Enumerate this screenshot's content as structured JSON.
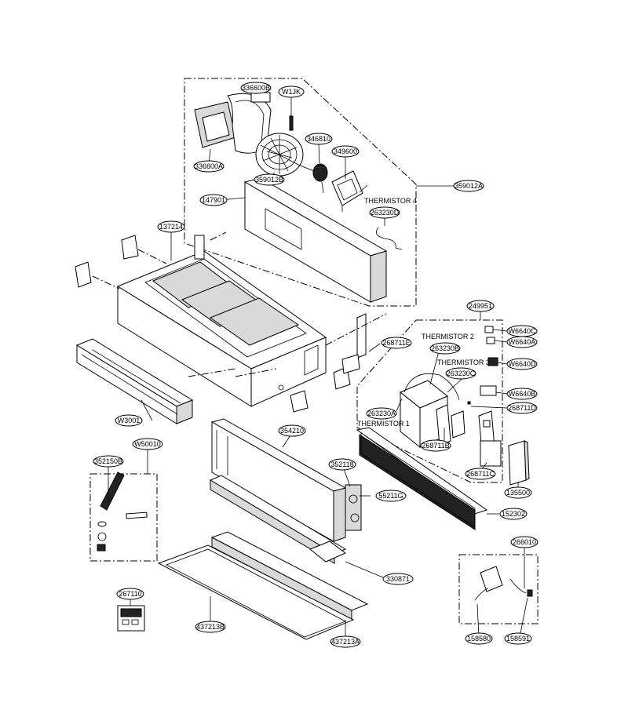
{
  "labels": {
    "l336600B": "336600B",
    "lW1JK": "W1JK",
    "l346810": "346810",
    "l349600": "349600",
    "l336600A": "336600A",
    "l359012B": "359012B",
    "l359012A": "359012A",
    "l147901": "147901",
    "l263230D": "263230D",
    "l137214": "137214",
    "l249951": "249951",
    "lW6640C": "W6640C",
    "lW6640A": "W6640A",
    "l268711E": "268711E",
    "l263230B": "263230B",
    "lW6640D": "W6640D",
    "l263230C": "263230C",
    "lW6640B": "W6640B",
    "l268711D": "268711D",
    "lW3001": "W3001",
    "l263230A": "263230A",
    "l354210": "354210",
    "l268711B": "268711B",
    "l352118": "352118",
    "l55211G": "55211G",
    "l268711C": "268711C",
    "l135500": "135500",
    "lW50010": "W50010",
    "l352150B": "352150B",
    "l152302": "152302",
    "l266010": "266010",
    "l330871": "330871",
    "l267110": "267110",
    "l437213B": "437213B",
    "l437213A": "437213A",
    "l158580": "158580",
    "l158591": "158591"
  },
  "text_labels": {
    "thermistor4": "THERMISTOR 4",
    "thermistor2": "THERMISTOR 2",
    "thermistor3": "THERMISTOR 3",
    "thermistor1": "THERMISTOR 1"
  }
}
